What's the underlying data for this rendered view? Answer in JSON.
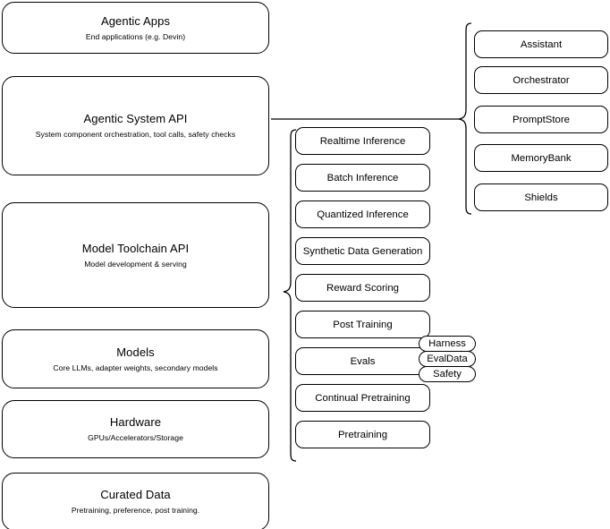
{
  "diagram": {
    "title": "AI Stack Layered Architecture",
    "background_color": "#ffffff",
    "stroke_color": "#000000",
    "text_color": "#000000"
  },
  "stack_layers": [
    {
      "title": "Agentic Apps",
      "subtitle": "End applications (e.g. Devin)"
    },
    {
      "title": "Agentic System API",
      "subtitle": "System component orchestration, tool calls, safety checks"
    },
    {
      "title": "Model Toolchain API",
      "subtitle": "Model development & serving"
    },
    {
      "title": "Models",
      "subtitle": "Core LLMs, adapter weights, secondary models"
    },
    {
      "title": "Hardware",
      "subtitle": "GPUs/Accelerators/Storage"
    },
    {
      "title": "Curated Data",
      "subtitle": "Pretraining, preference, post training."
    }
  ],
  "toolchain_capabilities": [
    {
      "label": "Realtime Inference"
    },
    {
      "label": "Batch Inference"
    },
    {
      "label": "Quantized Inference"
    },
    {
      "label": "Synthetic Data Generation"
    },
    {
      "label": "Reward Scoring"
    },
    {
      "label": "Post Training"
    },
    {
      "label": "Evals"
    },
    {
      "label": "Continual Pretraining"
    },
    {
      "label": "Pretraining"
    }
  ],
  "agentic_system_components": [
    {
      "label": "Assistant"
    },
    {
      "label": "Orchestrator"
    },
    {
      "label": "PromptStore"
    },
    {
      "label": "MemoryBank"
    },
    {
      "label": "Shields"
    }
  ],
  "evals_subitems": [
    {
      "label": "Harness"
    },
    {
      "label": "EvalData"
    },
    {
      "label": "Safety"
    }
  ]
}
